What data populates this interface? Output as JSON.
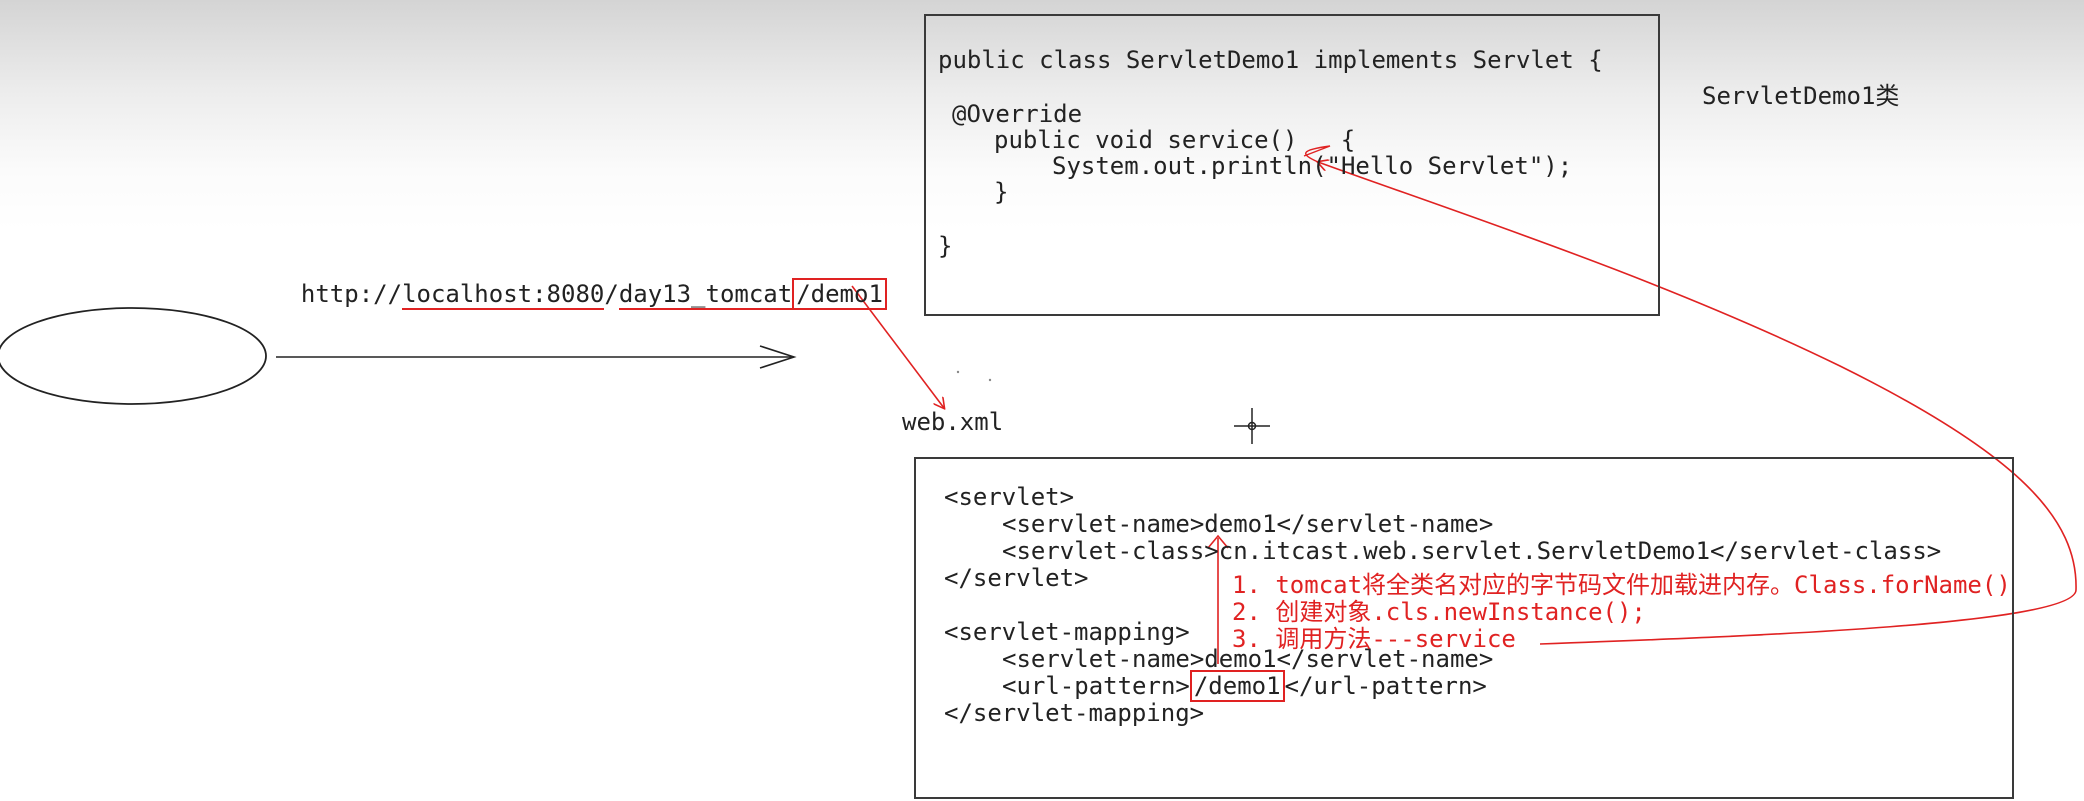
{
  "class_code": {
    "line1": "public class ServletDemo1 implements Servlet {",
    "line2": "@Override",
    "line3": "public void service()   {",
    "line4": "System.out.println(\"Hello Servlet\");",
    "line5": "}",
    "line6": "}"
  },
  "class_label": "ServletDemo1类",
  "url": {
    "prefix": "http://",
    "host": "localhost:8080",
    "sep1": "/",
    "context": "day13_tomcat",
    "path": "/demo1"
  },
  "webxml_label": "web.xml",
  "xml_code": {
    "servlet_open": "<servlet>",
    "servlet_name_open": "<servlet-name>",
    "servlet_name_value": "demo1",
    "servlet_name_close": "</servlet-name>",
    "servlet_class_open": "<servlet-class>",
    "servlet_class_value": "cn.itcast.web.servlet.ServletDemo1",
    "servlet_class_close": "</servlet-class>",
    "servlet_close": "</servlet>",
    "mapping_open": "<servlet-mapping>",
    "mapping_name_open": "<servlet-name>",
    "mapping_name_value": "demo1",
    "mapping_name_close": "</servlet-name>",
    "url_pattern_open": "<url-pattern>",
    "url_pattern_value": "/demo1",
    "url_pattern_close": "</url-pattern>",
    "mapping_close": "</servlet-mapping>"
  },
  "notes": {
    "step1": "1. tomcat将全类名对应的字节码文件加载进内存。Class.forName()",
    "step2": "2. 创建对象.cls.newInstance();",
    "step3": "3. 调用方法---service"
  },
  "colors": {
    "annotation_red": "#e02222",
    "code_text": "#222222",
    "box_border": "#3a3a3a"
  }
}
